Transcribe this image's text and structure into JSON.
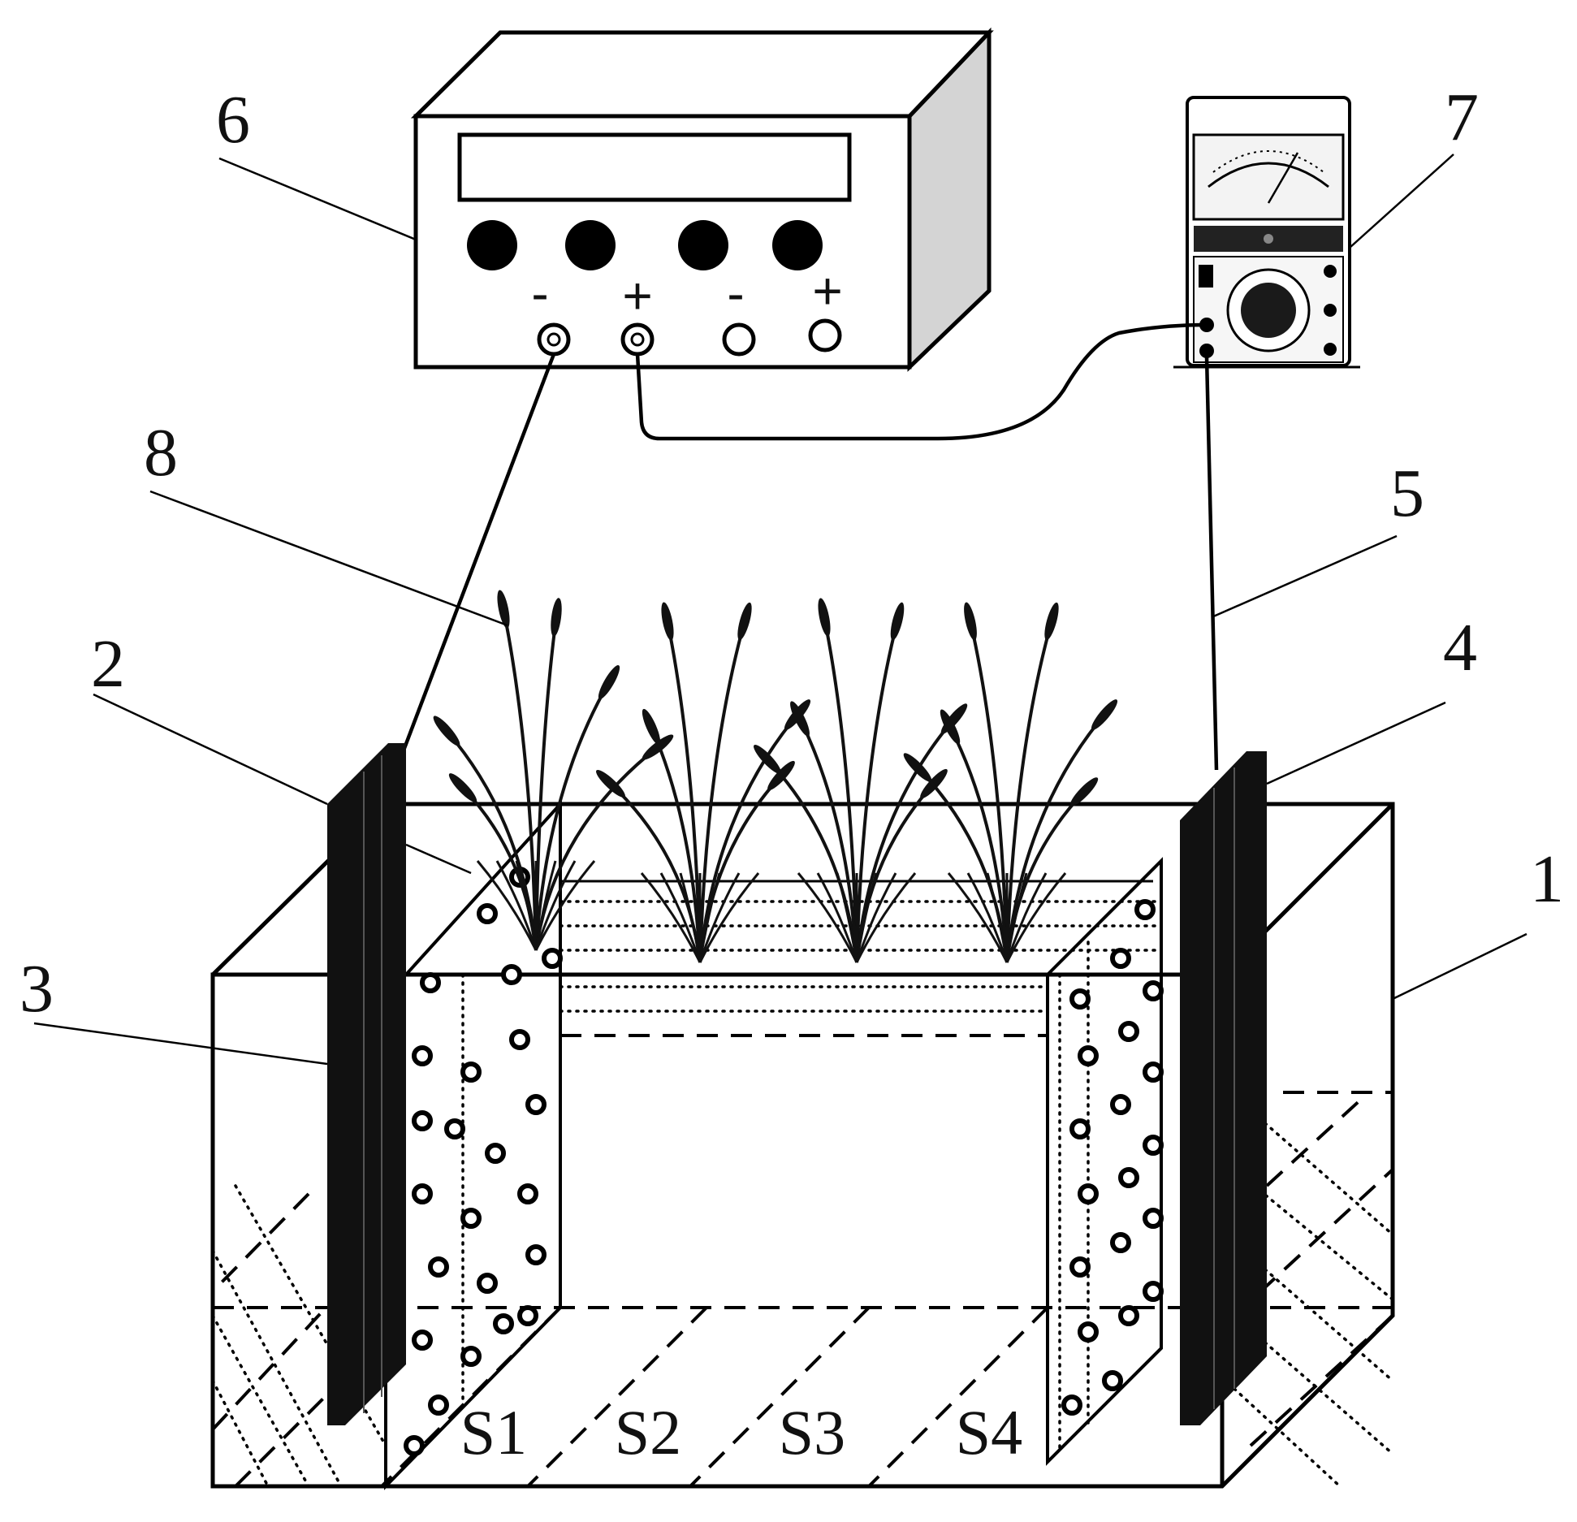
{
  "callouts": [
    "1",
    "2",
    "3",
    "4",
    "5",
    "6",
    "7",
    "8"
  ],
  "sections": [
    "S1",
    "S2",
    "S3",
    "S4"
  ],
  "power_supply": {
    "terminals": [
      "-",
      "+",
      "-",
      "+"
    ]
  },
  "colors": {
    "line": "#000000",
    "electrode": "#111111",
    "side_shade": "#d4d4d4",
    "background": "#ffffff"
  },
  "icons": [
    "plant-icon",
    "granule-icon",
    "multimeter-icon",
    "power-supply-icon",
    "electrode-plate-icon"
  ]
}
